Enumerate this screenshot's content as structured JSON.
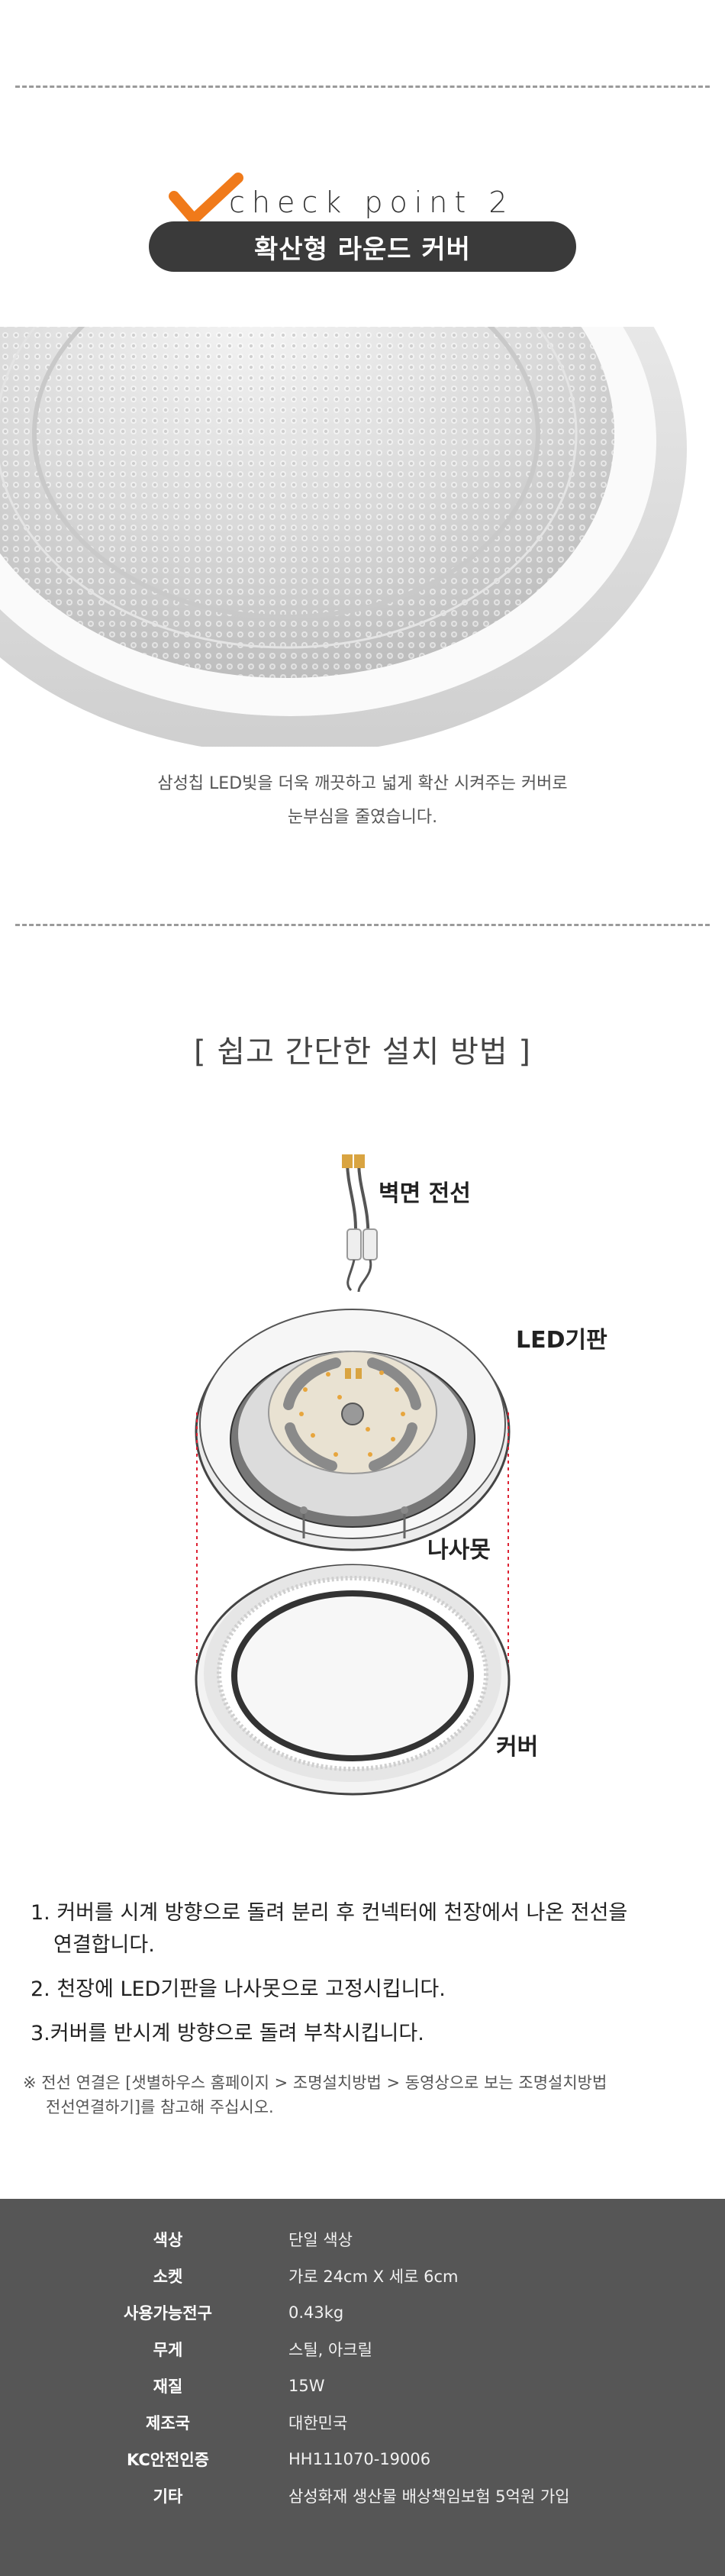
{
  "header": {
    "checkpoint_label": "check point 2",
    "pill_title": "확산형 라운드 커버"
  },
  "description": {
    "line1": "삼성칩 LED빛을 더욱 깨끗하고 넓게 확산 시켜주는 커버로",
    "line2": "눈부심을 줄였습니다."
  },
  "install": {
    "title": "[ 쉽고 간단한 설치 방법 ]",
    "labels": {
      "wire": "벽면 전선",
      "led": "LED기판",
      "screw": "나사못",
      "cover": "커버"
    },
    "steps": [
      "1. 커버를 시계 방향으로 돌려 분리 후 컨넥터에 천장에서 나온 전선을",
      "연결합니다.",
      "2. 천장에 LED기판을 나사못으로 고정시킵니다.",
      "3.커버를 반시계 방향으로 돌려 부착시킵니다."
    ],
    "note_line1": "※ 전선 연결은 [샛별하우스 홈페이지 > 조명설치방법 > 동영상으로 보는 조명설치방법",
    "note_line2": "전선연결하기]를 참고해 주십시오."
  },
  "specs": [
    {
      "key": "색상",
      "value": "단일 색상"
    },
    {
      "key": "소켓",
      "value": "가로 24cm X 세로 6cm"
    },
    {
      "key": "사용가능전구",
      "value": "0.43kg"
    },
    {
      "key": "무게",
      "value": "스틸, 아크릴"
    },
    {
      "key": "재질",
      "value": "15W"
    },
    {
      "key": "제조국",
      "value": "대한민국"
    },
    {
      "key": "KC안전인증",
      "value": "HH111070-19006"
    },
    {
      "key": "기타",
      "value": "삼성화재 생산물 배상책임보험 5억원 가입"
    }
  ],
  "colors": {
    "accent_orange": "#f07a1a",
    "pill_bg": "#3a3a3a",
    "spec_bg": "#565656"
  },
  "icons": [
    "checkmark-icon"
  ]
}
